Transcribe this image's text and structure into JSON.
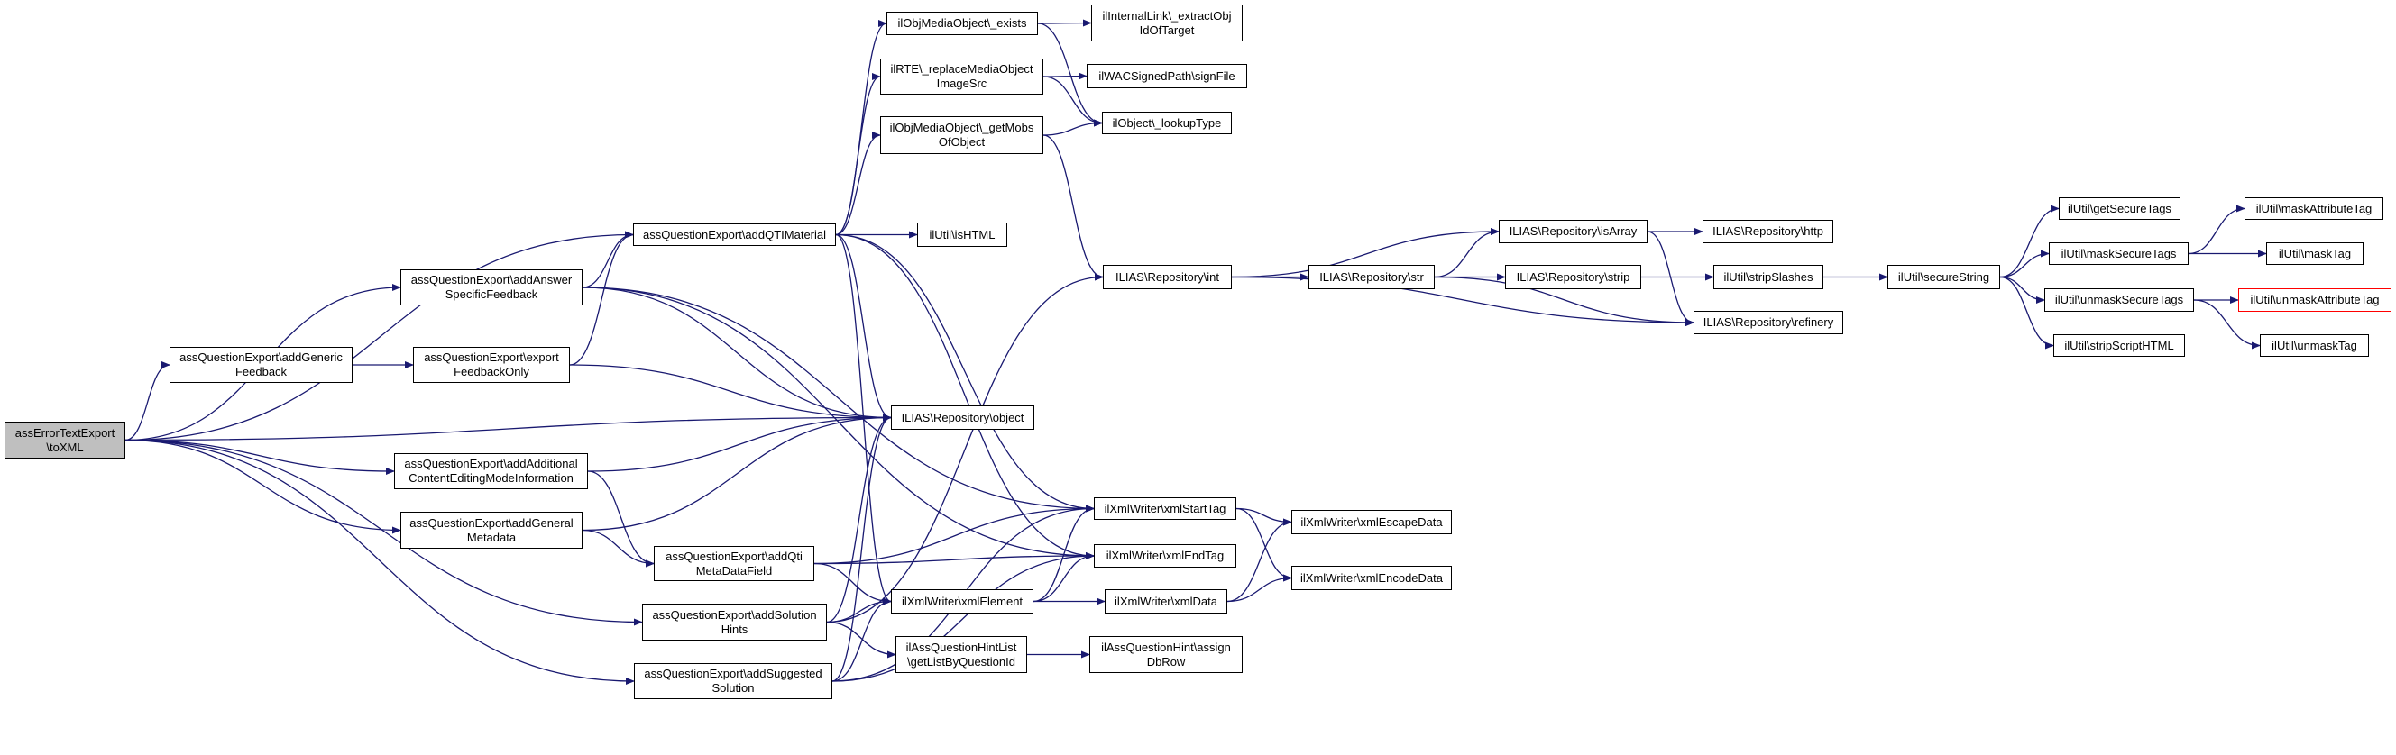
{
  "colors": {
    "edge": "#191970",
    "root_fill": "#bfbfbf",
    "truncated_border": "#ff0000",
    "node_border": "#000000"
  },
  "nodes": [
    {
      "id": "toXML",
      "lines": [
        "assErrorTextExport",
        "\\toXML"
      ],
      "root": true
    },
    {
      "id": "addQTIMaterial",
      "lines": [
        "assQuestionExport\\addQTIMaterial"
      ]
    },
    {
      "id": "addAnswerSpecificFeedback",
      "lines": [
        "assQuestionExport\\addAnswer",
        "SpecificFeedback"
      ]
    },
    {
      "id": "addGenericFeedback",
      "lines": [
        "assQuestionExport\\addGeneric",
        "Feedback"
      ]
    },
    {
      "id": "exportFeedbackOnly",
      "lines": [
        "assQuestionExport\\export",
        "FeedbackOnly"
      ]
    },
    {
      "id": "repoObject",
      "lines": [
        "ILIAS\\Repository\\object"
      ]
    },
    {
      "id": "addAdditional",
      "lines": [
        "assQuestionExport\\addAdditional",
        "ContentEditingModeInformation"
      ]
    },
    {
      "id": "addGeneralMetadata",
      "lines": [
        "assQuestionExport\\addGeneral",
        "Metadata"
      ]
    },
    {
      "id": "addQtiMetaDataField",
      "lines": [
        "assQuestionExport\\addQti",
        "MetaDataField"
      ]
    },
    {
      "id": "addSolutionHints",
      "lines": [
        "assQuestionExport\\addSolution",
        "Hints"
      ]
    },
    {
      "id": "addSuggestedSolution",
      "lines": [
        "assQuestionExport\\addSuggested",
        "Solution"
      ]
    },
    {
      "id": "xmlElement",
      "lines": [
        "ilXmlWriter\\xmlElement"
      ]
    },
    {
      "id": "getListByQuestionId",
      "lines": [
        "ilAssQuestionHintList",
        "\\getListByQuestionId"
      ]
    },
    {
      "id": "xmlStartTag",
      "lines": [
        "ilXmlWriter\\xmlStartTag"
      ]
    },
    {
      "id": "xmlEndTag",
      "lines": [
        "ilXmlWriter\\xmlEndTag"
      ]
    },
    {
      "id": "xmlData",
      "lines": [
        "ilXmlWriter\\xmlData"
      ]
    },
    {
      "id": "assignDbRow",
      "lines": [
        "ilAssQuestionHint\\assign",
        "DbRow"
      ]
    },
    {
      "id": "xmlEscapeData",
      "lines": [
        "ilXmlWriter\\xmlEscapeData"
      ]
    },
    {
      "id": "xmlEncodeData",
      "lines": [
        "ilXmlWriter\\xmlEncodeData"
      ]
    },
    {
      "id": "mobExists",
      "lines": [
        "ilObjMediaObject\\_exists"
      ]
    },
    {
      "id": "extractObjId",
      "lines": [
        "ilInternalLink\\_extractObj",
        "IdOfTarget"
      ]
    },
    {
      "id": "replaceMedia",
      "lines": [
        "ilRTE\\_replaceMediaObject",
        "ImageSrc"
      ]
    },
    {
      "id": "signFile",
      "lines": [
        "ilWACSignedPath\\signFile"
      ]
    },
    {
      "id": "lookupType",
      "lines": [
        "ilObject\\_lookupType"
      ]
    },
    {
      "id": "getMobs",
      "lines": [
        "ilObjMediaObject\\_getMobs",
        "OfObject"
      ]
    },
    {
      "id": "isHTML",
      "lines": [
        "ilUtil\\isHTML"
      ]
    },
    {
      "id": "repoInt",
      "lines": [
        "ILIAS\\Repository\\int"
      ]
    },
    {
      "id": "repoStr",
      "lines": [
        "ILIAS\\Repository\\str"
      ]
    },
    {
      "id": "repoIsArray",
      "lines": [
        "ILIAS\\Repository\\isArray"
      ]
    },
    {
      "id": "repoHttp",
      "lines": [
        "ILIAS\\Repository\\http"
      ]
    },
    {
      "id": "repoStrip",
      "lines": [
        "ILIAS\\Repository\\strip"
      ]
    },
    {
      "id": "repoRefinery",
      "lines": [
        "ILIAS\\Repository\\refinery"
      ]
    },
    {
      "id": "stripSlashes",
      "lines": [
        "ilUtil\\stripSlashes"
      ]
    },
    {
      "id": "secureString",
      "lines": [
        "ilUtil\\secureString"
      ]
    },
    {
      "id": "getSecureTags",
      "lines": [
        "ilUtil\\getSecureTags"
      ]
    },
    {
      "id": "maskSecureTags",
      "lines": [
        "ilUtil\\maskSecureTags"
      ]
    },
    {
      "id": "unmaskSecureTags",
      "lines": [
        "ilUtil\\unmaskSecureTags"
      ]
    },
    {
      "id": "stripScriptHTML",
      "lines": [
        "ilUtil\\stripScriptHTML"
      ]
    },
    {
      "id": "maskAttributeTag",
      "lines": [
        "ilUtil\\maskAttributeTag"
      ]
    },
    {
      "id": "maskTag",
      "lines": [
        "ilUtil\\maskTag"
      ]
    },
    {
      "id": "unmaskAttributeTag",
      "lines": [
        "ilUtil\\unmaskAttributeTag"
      ],
      "truncated": true
    },
    {
      "id": "unmaskTag",
      "lines": [
        "ilUtil\\unmaskTag"
      ]
    }
  ],
  "edges": [
    [
      "toXML",
      "addQTIMaterial"
    ],
    [
      "toXML",
      "addAnswerSpecificFeedback"
    ],
    [
      "toXML",
      "addGenericFeedback"
    ],
    [
      "toXML",
      "repoObject"
    ],
    [
      "toXML",
      "addAdditional"
    ],
    [
      "toXML",
      "addGeneralMetadata"
    ],
    [
      "toXML",
      "addSolutionHints"
    ],
    [
      "toXML",
      "addSuggestedSolution"
    ],
    [
      "addQTIMaterial",
      "mobExists"
    ],
    [
      "addQTIMaterial",
      "replaceMedia"
    ],
    [
      "addQTIMaterial",
      "getMobs"
    ],
    [
      "addQTIMaterial",
      "isHTML"
    ],
    [
      "addQTIMaterial",
      "repoObject"
    ],
    [
      "addQTIMaterial",
      "xmlElement"
    ],
    [
      "addQTIMaterial",
      "xmlStartTag"
    ],
    [
      "addQTIMaterial",
      "xmlEndTag"
    ],
    [
      "addAnswerSpecificFeedback",
      "addQTIMaterial"
    ],
    [
      "addAnswerSpecificFeedback",
      "repoObject"
    ],
    [
      "addAnswerSpecificFeedback",
      "xmlStartTag"
    ],
    [
      "addAnswerSpecificFeedback",
      "xmlEndTag"
    ],
    [
      "addGenericFeedback",
      "exportFeedbackOnly"
    ],
    [
      "exportFeedbackOnly",
      "addQTIMaterial"
    ],
    [
      "exportFeedbackOnly",
      "repoObject"
    ],
    [
      "addAdditional",
      "repoObject"
    ],
    [
      "addAdditional",
      "addQtiMetaDataField"
    ],
    [
      "addGeneralMetadata",
      "repoObject"
    ],
    [
      "addGeneralMetadata",
      "addQtiMetaDataField"
    ],
    [
      "addQtiMetaDataField",
      "xmlStartTag"
    ],
    [
      "addQtiMetaDataField",
      "xmlEndTag"
    ],
    [
      "addQtiMetaDataField",
      "xmlElement"
    ],
    [
      "addSolutionHints",
      "repoObject"
    ],
    [
      "addSolutionHints",
      "repoInt"
    ],
    [
      "addSolutionHints",
      "xmlElement"
    ],
    [
      "addSolutionHints",
      "getListByQuestionId"
    ],
    [
      "addSuggestedSolution",
      "repoObject"
    ],
    [
      "addSuggestedSolution",
      "xmlElement"
    ],
    [
      "addSuggestedSolution",
      "xmlStartTag"
    ],
    [
      "addSuggestedSolution",
      "xmlEndTag"
    ],
    [
      "xmlElement",
      "xmlStartTag"
    ],
    [
      "xmlElement",
      "xmlEndTag"
    ],
    [
      "xmlElement",
      "xmlData"
    ],
    [
      "getListByQuestionId",
      "assignDbRow"
    ],
    [
      "xmlStartTag",
      "xmlEscapeData"
    ],
    [
      "xmlStartTag",
      "xmlEncodeData"
    ],
    [
      "xmlData",
      "xmlEscapeData"
    ],
    [
      "xmlData",
      "xmlEncodeData"
    ],
    [
      "mobExists",
      "extractObjId"
    ],
    [
      "mobExists",
      "lookupType"
    ],
    [
      "replaceMedia",
      "signFile"
    ],
    [
      "replaceMedia",
      "lookupType"
    ],
    [
      "getMobs",
      "lookupType"
    ],
    [
      "getMobs",
      "repoInt"
    ],
    [
      "repoInt",
      "repoStr"
    ],
    [
      "repoInt",
      "repoIsArray"
    ],
    [
      "repoInt",
      "repoRefinery"
    ],
    [
      "repoStr",
      "repoIsArray"
    ],
    [
      "repoStr",
      "repoStrip"
    ],
    [
      "repoStr",
      "repoRefinery"
    ],
    [
      "repoIsArray",
      "repoHttp"
    ],
    [
      "repoIsArray",
      "repoRefinery"
    ],
    [
      "repoStrip",
      "stripSlashes"
    ],
    [
      "stripSlashes",
      "secureString"
    ],
    [
      "secureString",
      "getSecureTags"
    ],
    [
      "secureString",
      "maskSecureTags"
    ],
    [
      "secureString",
      "unmaskSecureTags"
    ],
    [
      "secureString",
      "stripScriptHTML"
    ],
    [
      "maskSecureTags",
      "maskAttributeTag"
    ],
    [
      "maskSecureTags",
      "maskTag"
    ],
    [
      "unmaskSecureTags",
      "unmaskAttributeTag"
    ],
    [
      "unmaskSecureTags",
      "unmaskTag"
    ]
  ]
}
